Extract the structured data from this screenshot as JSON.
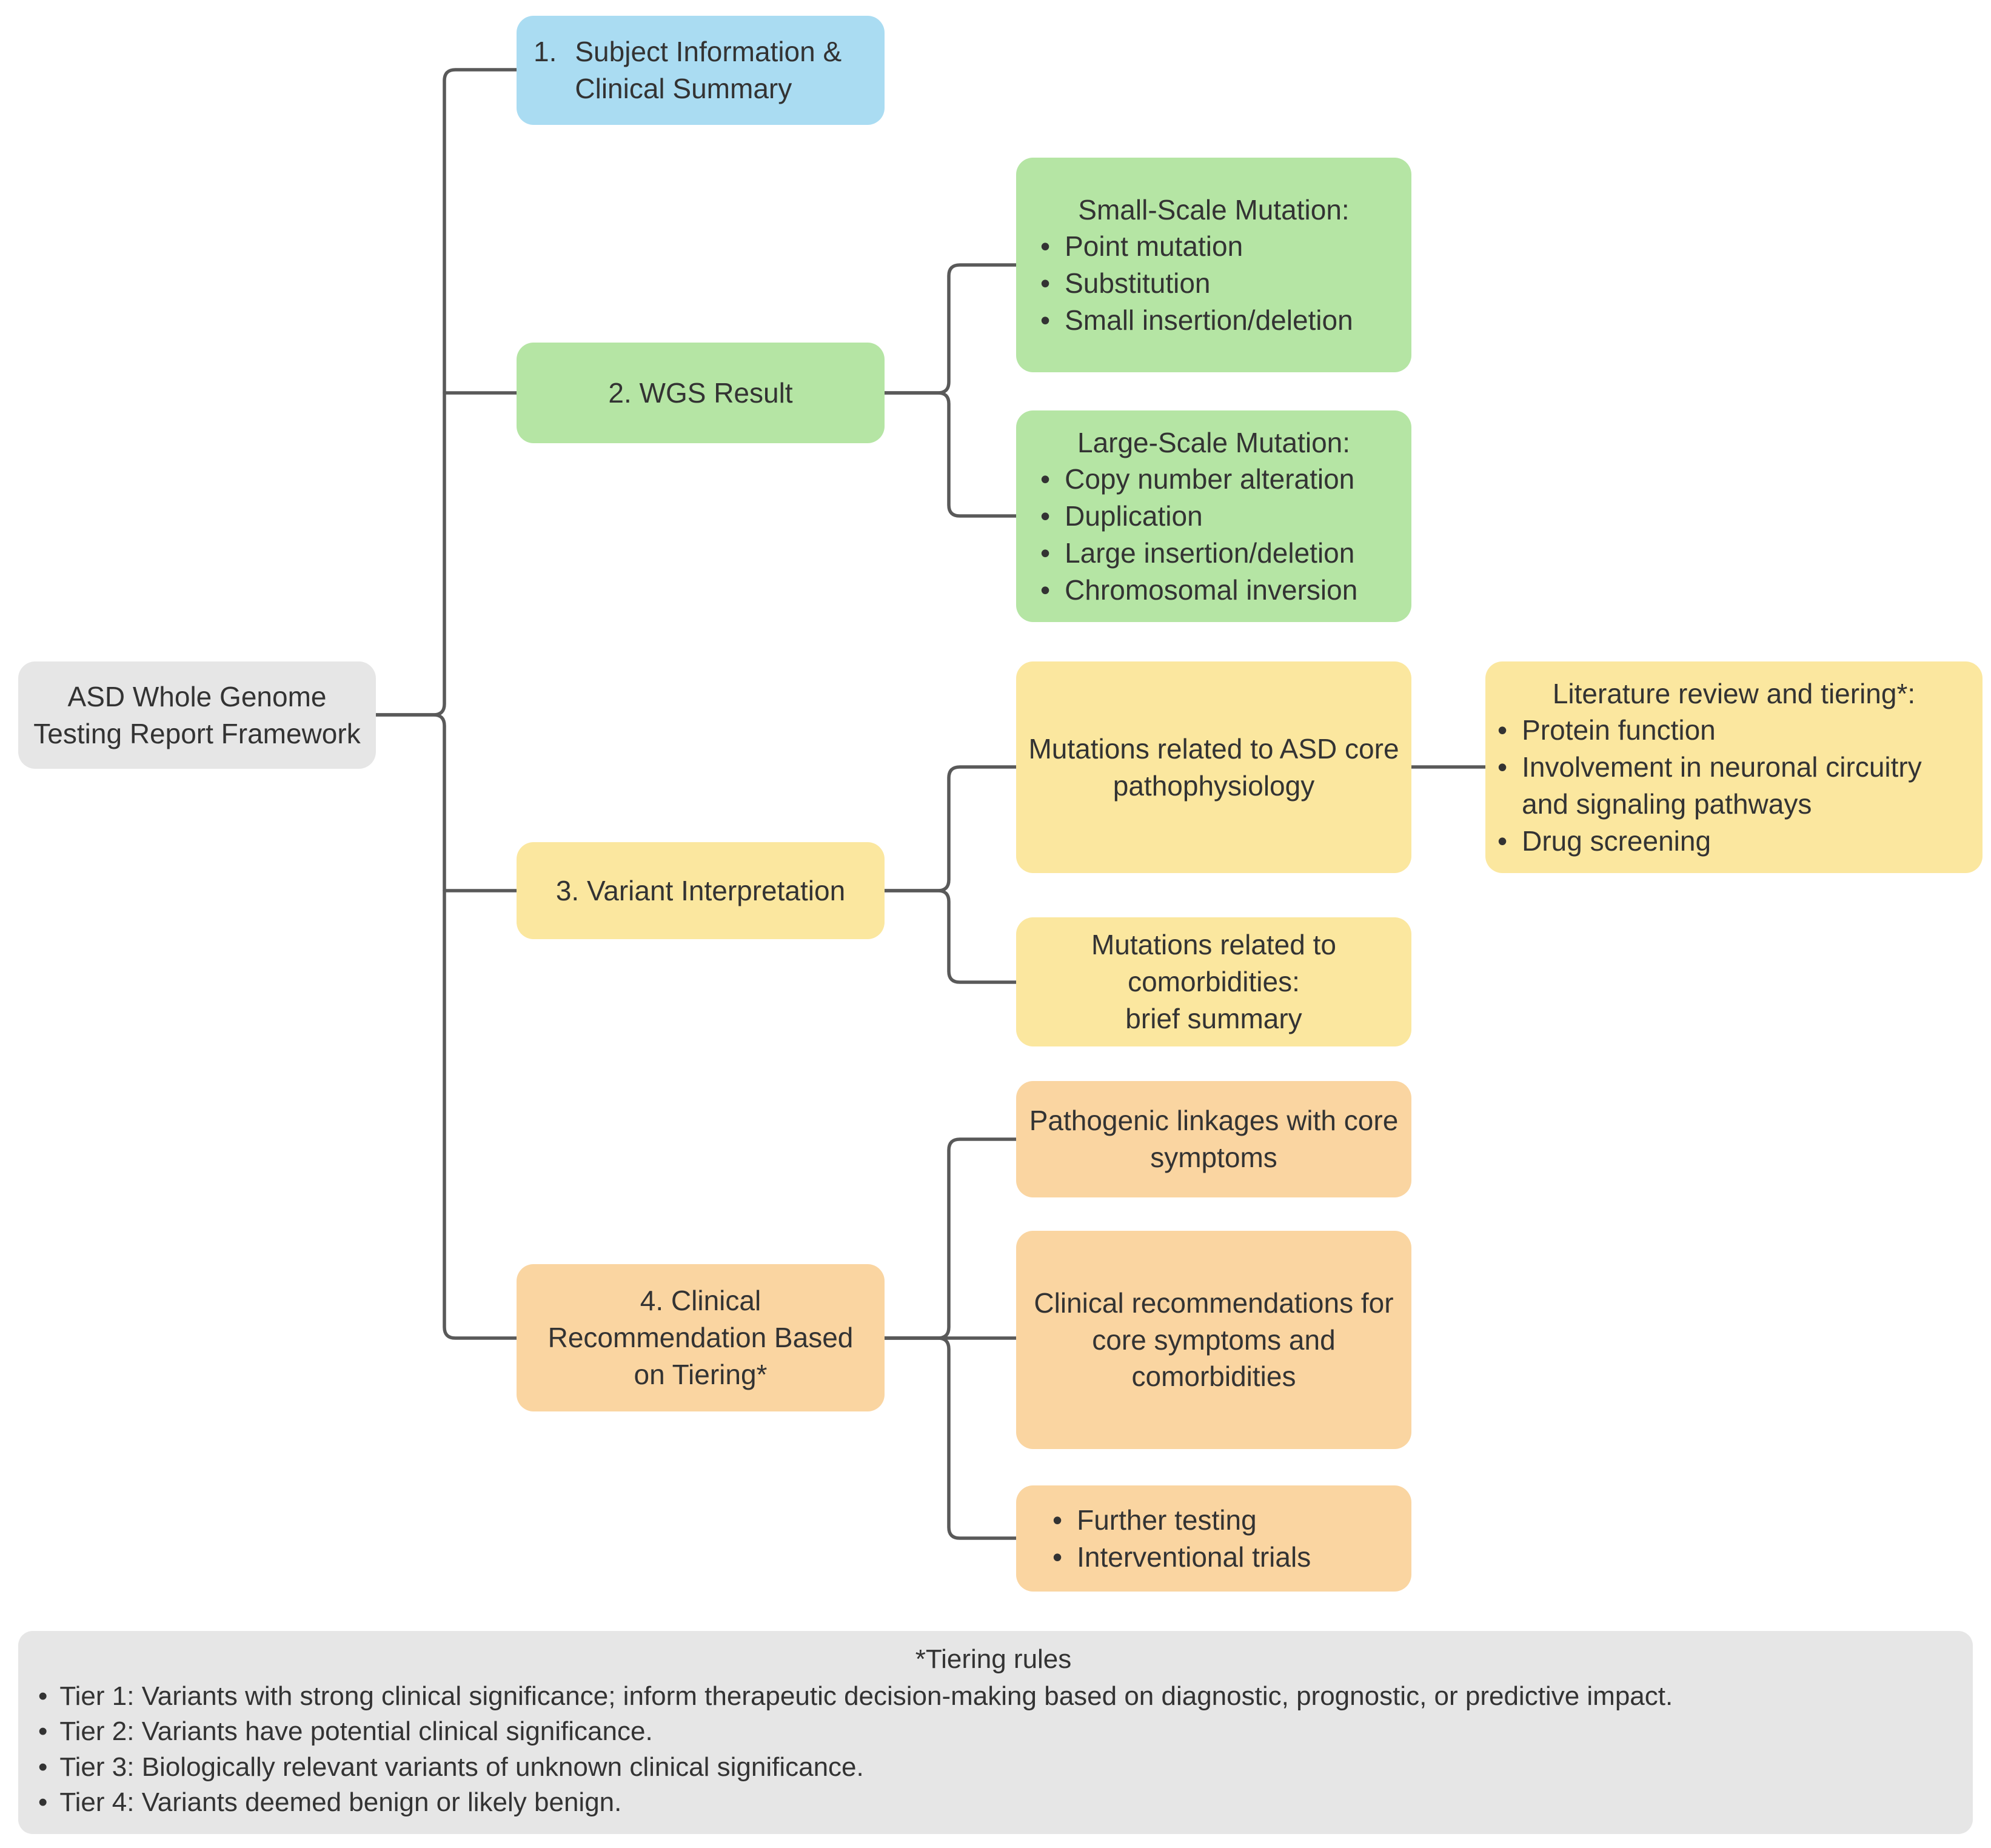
{
  "title": "ASD Whole Genome Testing Report Framework",
  "colors": {
    "blue": "#aadcf2",
    "green": "#b5e5a4",
    "yellow": "#fbe79f",
    "orange": "#fad5a1",
    "gray": "#e6e6e6",
    "line": "#595959",
    "text": "#333333"
  },
  "ui": {
    "bullet": "•"
  },
  "nodes": {
    "root": {
      "label": "ASD Whole Genome\nTesting Report Framework"
    },
    "subject": {
      "number": "1.",
      "label": "Subject Information &\nClinical Summary"
    },
    "wgs": {
      "label": "2. WGS Result"
    },
    "small_scale": {
      "title": "Small-Scale Mutation:",
      "bullets": [
        "Point mutation",
        "Substitution",
        "Small insertion/deletion"
      ]
    },
    "large_scale": {
      "title": "Large-Scale Mutation:",
      "bullets": [
        "Copy number alteration",
        "Duplication",
        "Large insertion/deletion",
        "Chromosomal inversion"
      ]
    },
    "variant": {
      "label": "3. Variant Interpretation"
    },
    "asd_core": {
      "label": "Mutations related to ASD core\npathophysiology"
    },
    "literature": {
      "title": "Literature review and tiering*:",
      "bullets": [
        "Protein function",
        "Involvement in neuronal circuitry\nand signaling pathways",
        "Drug screening"
      ]
    },
    "comorbidities": {
      "label": "Mutations related to\ncomorbidities:\nbrief summary"
    },
    "clinical": {
      "label": "4. Clinical\nRecommendation Based\non Tiering*"
    },
    "pathogenic": {
      "label": "Pathogenic linkages with core\nsymptoms"
    },
    "clin_rec": {
      "label": "Clinical recommendations for\ncore symptoms and\ncomorbidities"
    },
    "further": {
      "bullets": [
        "Further testing",
        "Interventional trials"
      ]
    }
  },
  "tiering": {
    "title": "*Tiering rules",
    "bullets": [
      "Tier 1: Variants with strong clinical significance; inform therapeutic decision-making based on diagnostic, prognostic, or predictive impact.",
      "Tier 2: Variants have potential clinical significance.",
      "Tier 3: Biologically relevant variants of unknown clinical significance.",
      "Tier 4: Variants deemed benign or likely benign."
    ]
  }
}
